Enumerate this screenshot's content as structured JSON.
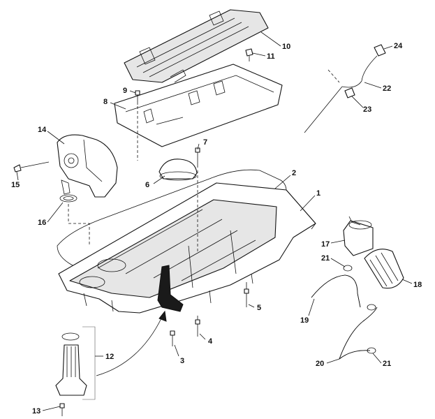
{
  "callouts": {
    "c1": "1",
    "c2": "2",
    "c3": "3",
    "c4": "4",
    "c5": "5",
    "c6": "6",
    "c7": "7",
    "c8": "8",
    "c9": "9",
    "c10": "10",
    "c11": "11",
    "c12": "12",
    "c13": "13",
    "c14": "14",
    "c15": "15",
    "c16": "16",
    "c17": "17",
    "c18": "18",
    "c19": "19",
    "c20": "20",
    "c21a": "21",
    "c21b": "21",
    "c22": "22",
    "c23": "23",
    "c24": "24"
  },
  "colors": {
    "line": "#111111",
    "shade": "#e6e6e6",
    "background": "#ffffff"
  }
}
